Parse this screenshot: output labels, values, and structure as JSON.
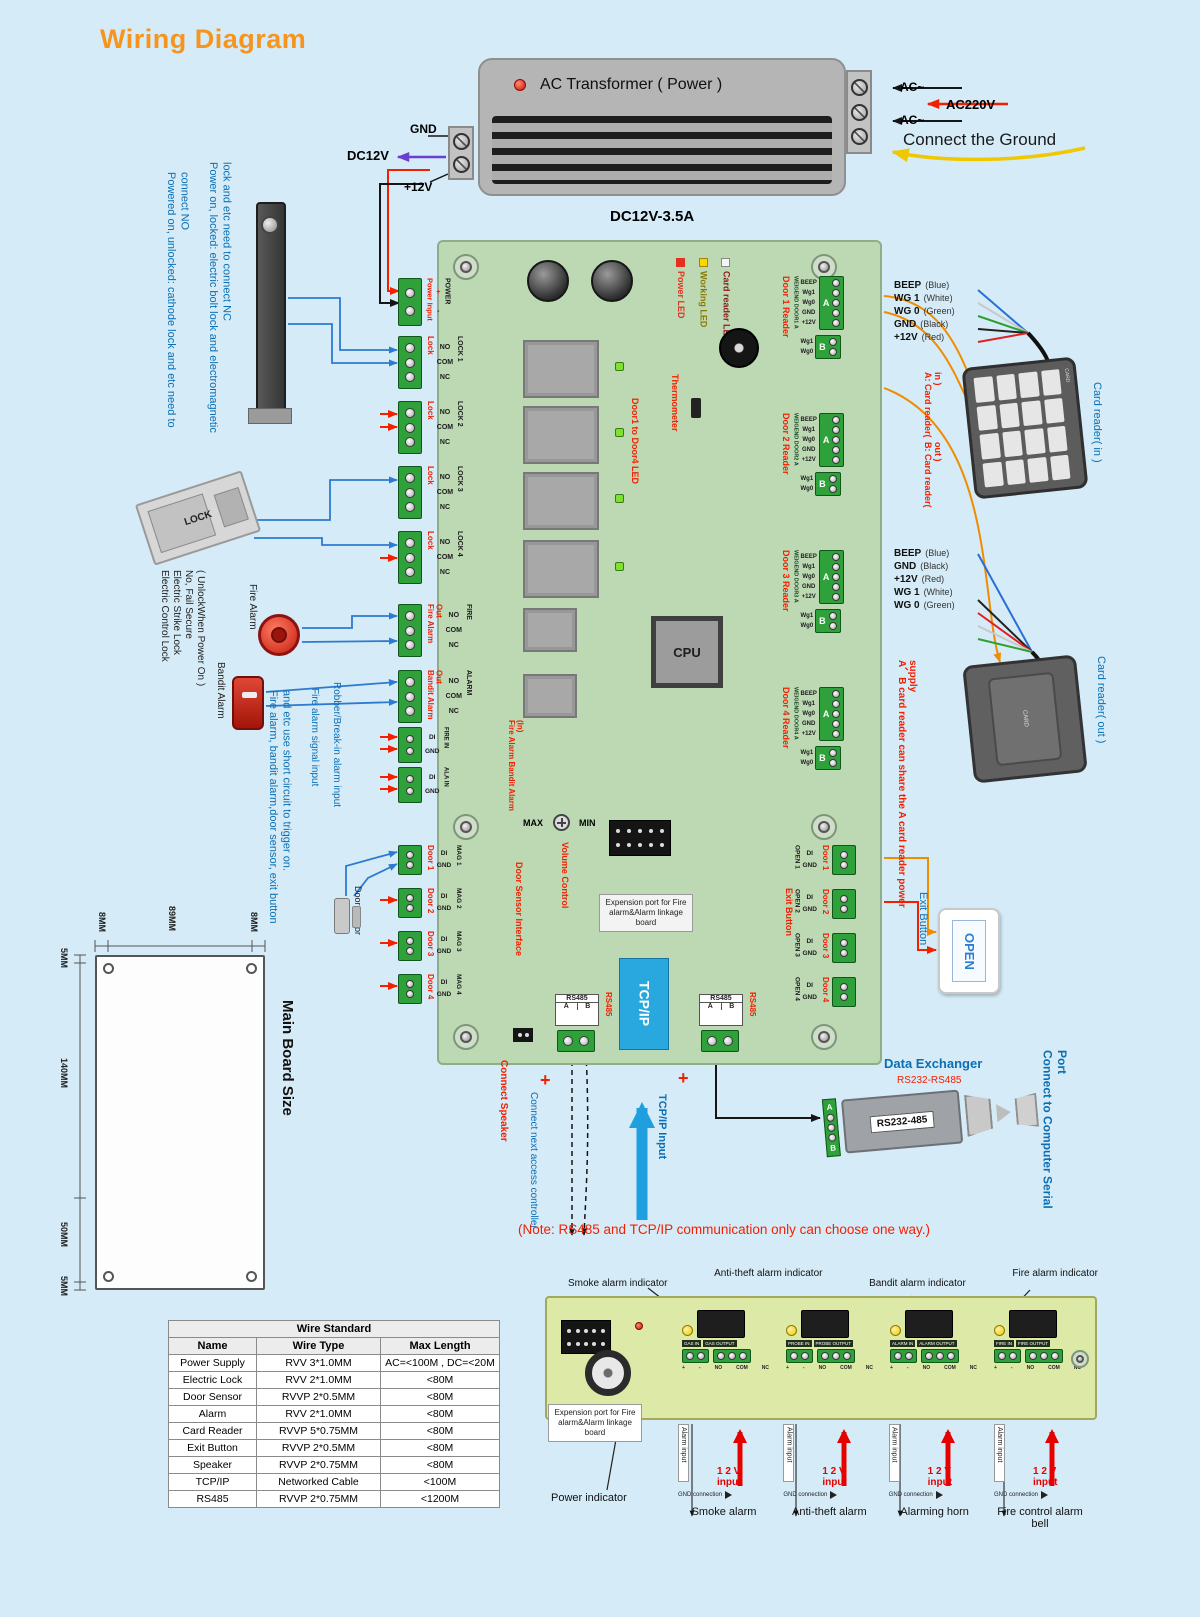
{
  "title": "Wiring Diagram",
  "transformer": {
    "label": "AC Transformer ( Power )",
    "rating": "DC12V-3.5A",
    "gnd": "GND",
    "dc12v": "DC12V",
    "p12v": "+12V",
    "ac_top": "AC~",
    "ac220": "AC220V",
    "ac_bottom": "AC~",
    "ground_note": "Connect the Ground"
  },
  "board": {
    "power": {
      "label": "Power Input",
      "pin1": "+",
      "pin2": "-",
      "name": "POWER"
    },
    "locks": [
      {
        "label": "Lock",
        "no": "NO",
        "com": "COM",
        "nc": "NC",
        "name": "LOCK 1"
      },
      {
        "label": "Lock",
        "no": "NO",
        "com": "COM",
        "nc": "NC",
        "name": "LOCK 2"
      },
      {
        "label": "Lock",
        "no": "NO",
        "com": "COM",
        "nc": "NC",
        "name": "LOCK 3"
      },
      {
        "label": "Lock",
        "no": "NO",
        "com": "COM",
        "nc": "NC",
        "name": "LOCK 4"
      }
    ],
    "fire_out": {
      "label": "Fire Alarm Out",
      "no": "NO",
      "com": "COM",
      "nc": "NC",
      "name": "FIRE"
    },
    "alarm_out": {
      "label": "Bandit Alarm Out",
      "no": "NO",
      "com": "COM",
      "nc": "NC",
      "name": "ALARM"
    },
    "fire_in": {
      "pin1": "DI",
      "pin2": "GND",
      "name": "FIRE IN"
    },
    "ala_in": {
      "pin1": "DI",
      "pin2": "GND",
      "name": "ALA IN"
    },
    "alarm_in_note": "Fire Alarm Bandit Alarm (In)",
    "mags": [
      {
        "label": "Door 1",
        "pin1": "DI",
        "pin2": "GND",
        "name": "MAG 1"
      },
      {
        "label": "Door 2",
        "pin1": "DI",
        "pin2": "GND",
        "name": "MAG 2"
      },
      {
        "label": "Door 3",
        "pin1": "DI",
        "pin2": "GND",
        "name": "MAG 3"
      },
      {
        "label": "Door 4",
        "pin1": "DI",
        "pin2": "GND",
        "name": "MAG 4"
      }
    ],
    "door_sensor_interface": "Door Sensor Interface",
    "leds": {
      "power": "Power LED",
      "working": "Working LED",
      "card": "Card reader LED"
    },
    "thermometer": "Thermometer",
    "door_led": "Door1 to Door4 LED",
    "cpu": "CPU",
    "readers": [
      {
        "label": "Door 1 Reader",
        "block": "WEIGEND DOOR1 A",
        "a": "A",
        "b": "B",
        "p1": "BEEP",
        "p2": "Wg1",
        "p3": "Wg0",
        "p4": "GND",
        "p5": "+12V",
        "b1": "Wg1",
        "b2": "Wg0"
      },
      {
        "label": "Door 2 Reader",
        "block": "WEIGEND DOOR2 A",
        "a": "A",
        "b": "B",
        "p1": "BEEP",
        "p2": "Wg1",
        "p3": "Wg0",
        "p4": "GND",
        "p5": "+12V",
        "b1": "Wg1",
        "b2": "Wg0"
      },
      {
        "label": "Door 3 Reader",
        "block": "WEIGEND DOOR3 A",
        "a": "A",
        "b": "B",
        "p1": "BEEP",
        "p2": "Wg1",
        "p3": "Wg0",
        "p4": "GND",
        "p5": "+12V",
        "b1": "Wg1",
        "b2": "Wg0"
      },
      {
        "label": "Door 4 Reader",
        "block": "WEIGEND DOOR4 A",
        "a": "A",
        "b": "B",
        "p1": "BEEP",
        "p2": "Wg1",
        "p3": "Wg0",
        "p4": "GND",
        "p5": "+12V",
        "b1": "Wg1",
        "b2": "Wg0"
      }
    ],
    "volume": {
      "max": "MAX",
      "min": "MIN",
      "label": "Volume Control"
    },
    "expansion": "Expension port for Fire alarm&Alarm linkage board",
    "opens": [
      {
        "name": "OPEN 1",
        "pin1": "DI",
        "pin2": "GND",
        "label": "Door 1"
      },
      {
        "name": "OPEN 2",
        "pin1": "DI",
        "pin2": "GND",
        "label": "Door 2"
      },
      {
        "name": "OPEN 3",
        "pin1": "DI",
        "pin2": "GND",
        "label": "Door 3"
      },
      {
        "name": "OPEN 4",
        "pin1": "DI",
        "pin2": "GND",
        "label": "Door 4"
      }
    ],
    "exit_label": "Exit Button",
    "rs485_left": {
      "title": "RS485",
      "a": "A",
      "b": "B",
      "side": "RS485"
    },
    "rs485_right": {
      "title": "RS485",
      "a": "A",
      "b": "B",
      "side": "RS485"
    },
    "tcpip": "TCP/IP"
  },
  "left": {
    "nc_note": "Power on, locked: electric bolt lock and electromagnetic lock and etc need to connect NC",
    "no_note": "Powered on, unlocked: cathode lock and etc need to connect NO",
    "strike_lines": [
      "Electric Control Lock",
      "Electric Strike Lock",
      "No, Fail Secure",
      "( UnlockWhen Power On )"
    ],
    "lock_text": "LOCK",
    "fire_alarm": "Fire Alarm",
    "bandit_alarm": "Bandit Alarm",
    "fire_input": "Fire alarm signal input",
    "robber_input": "Robber/Break-in alarm input",
    "trigger_note": "Fire alarm, bandit alarm,door sensor, exit button and etc use short circuit to trigger on.",
    "door_sensor": "Door sensor"
  },
  "size": {
    "label": "Main Board Size",
    "top1": "8MM",
    "top2": "89MM",
    "top3": "8MM",
    "l1": "5MM",
    "l2": "140MM",
    "l3": "50MM",
    "l4": "5MM"
  },
  "right": {
    "wires1": [
      {
        "name": "BEEP",
        "color": "(Blue)"
      },
      {
        "name": "WG 1",
        "color": "(White)"
      },
      {
        "name": "WG 0",
        "color": "(Green)"
      },
      {
        "name": "GND",
        "color": "(Black)"
      },
      {
        "name": "+12V",
        "color": "(Red)"
      }
    ],
    "ab_a": "A: Card reader( in )",
    "ab_b": "B: Card reader( out )",
    "reader_in": "Card reader( in )",
    "wires2": [
      {
        "name": "BEEP",
        "color": "(Blue)"
      },
      {
        "name": "GND",
        "color": "(Black)"
      },
      {
        "name": "+12V",
        "color": "(Red)"
      },
      {
        "name": "WG 1",
        "color": "(White)"
      },
      {
        "name": "WG 0",
        "color": "(Green)"
      }
    ],
    "reader_out": "Card reader( out )",
    "share_note": "A、B card reader can share the A card reader power supply",
    "exit_button": "Exit Button",
    "open": "OPEN",
    "card": "CARD",
    "exchanger": {
      "title": "Data Exchanger",
      "subtitle": "RS232-RS485",
      "label": "RS232-485",
      "a": "A",
      "b": "B"
    },
    "serial_note": "Connect to Computer Serial Port"
  },
  "bottom": {
    "speaker": "Connect Speaker",
    "plus1": "+",
    "next": "Connect next access controller",
    "tcp_input": "TCP/IP Input",
    "plus2": "+",
    "note": "(Note: RS485 and TCP/IP communication only can choose one way.)"
  },
  "table": {
    "title": "Wire Standard",
    "h1": "Name",
    "h2": "Wire Type",
    "h3": "Max Length",
    "rows": [
      {
        "name": "Power Supply",
        "type": "RVV 3*1.0MM",
        "len": "AC=<100M , DC=<20M"
      },
      {
        "name": "Electric Lock",
        "type": "RVV 2*1.0MM",
        "len": "<80M"
      },
      {
        "name": "Door Sensor",
        "type": "RVVP 2*0.5MM",
        "len": "<80M"
      },
      {
        "name": "Alarm",
        "type": "RVV 2*1.0MM",
        "len": "<80M"
      },
      {
        "name": "Card Reader",
        "type": "RVVP 5*0.75MM",
        "len": "<80M"
      },
      {
        "name": "Exit Button",
        "type": "RVVP 2*0.5MM",
        "len": "<80M"
      },
      {
        "name": "Speaker",
        "type": "RVVP 2*0.75MM",
        "len": "<80M"
      },
      {
        "name": "TCP/IP",
        "type": "Networked Cable",
        "len": "<100M"
      },
      {
        "name": "RS485",
        "type": "RVVP 2*0.75MM",
        "len": "<1200M"
      }
    ]
  },
  "linkage": {
    "indicators": [
      {
        "label": "Smoke alarm indicator"
      },
      {
        "label": "Anti-theft alarm indicator"
      },
      {
        "label": "Bandit alarm indicator"
      },
      {
        "label": "Fire alarm indicator"
      }
    ],
    "channels": [
      {
        "in_label": "GAS IN",
        "out_label": "GAS OUTPUT",
        "p": "+",
        "m": "-",
        "no": "NO",
        "com": "COM",
        "nc": "NC"
      },
      {
        "in_label": "PROBE IN",
        "out_label": "PROBE OUTPUT",
        "p": "+",
        "m": "-",
        "no": "NO",
        "com": "COM",
        "nc": "NC"
      },
      {
        "in_label": "ALARM IN",
        "out_label": "ALARM OUTPUT",
        "p": "+",
        "m": "-",
        "no": "NO",
        "com": "COM",
        "nc": "NC"
      },
      {
        "in_label": "FIRE IN",
        "out_label": "FIRE OUTPUT",
        "p": "+",
        "m": "-",
        "no": "NO",
        "com": "COM",
        "nc": "NC"
      }
    ],
    "below": [
      {
        "alarm": "Alarm input",
        "v": "1 2 V",
        "vi": "input",
        "gnd": "GND connection",
        "device": "Smoke alarm"
      },
      {
        "alarm": "Alarm input",
        "v": "1 2 V",
        "vi": "input",
        "gnd": "GND connection",
        "device": "Anti-theft alarm"
      },
      {
        "alarm": "Alarm input",
        "v": "1 2 V",
        "vi": "input",
        "gnd": "GND connection",
        "device": "Alarming horn"
      },
      {
        "alarm": "Alarm input",
        "v": "1 2 V",
        "vi": "input",
        "gnd": "GND connection",
        "device": "Fire control alarm bell"
      }
    ],
    "expansion": "Expension port for Fire alarm&Alarm linkage board",
    "power_indicator": "Power indicator"
  }
}
